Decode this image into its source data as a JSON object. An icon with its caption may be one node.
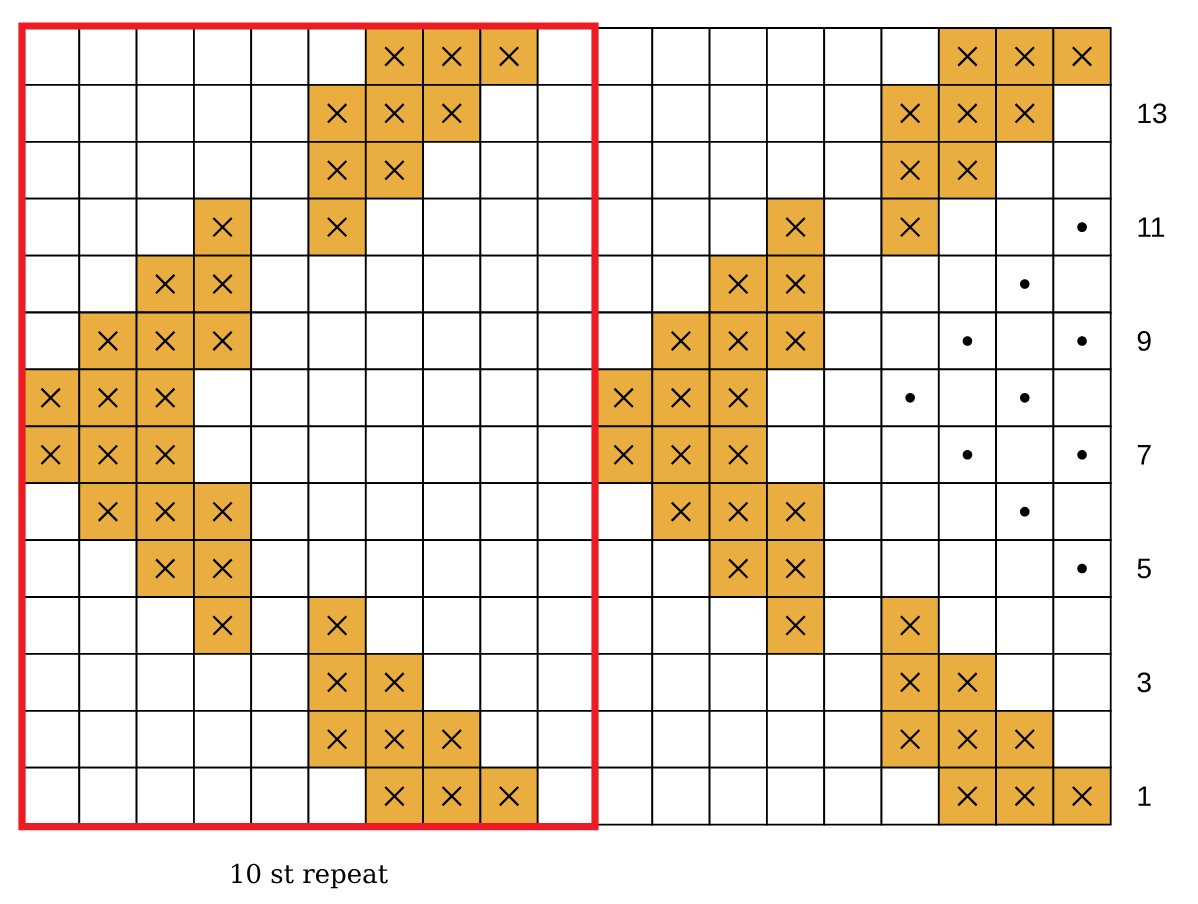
{
  "diagram": {
    "labels": [
      "13",
      "11",
      "9",
      "7",
      "5",
      "3",
      "1",
      "10 st repeat"
    ]
  }
}
